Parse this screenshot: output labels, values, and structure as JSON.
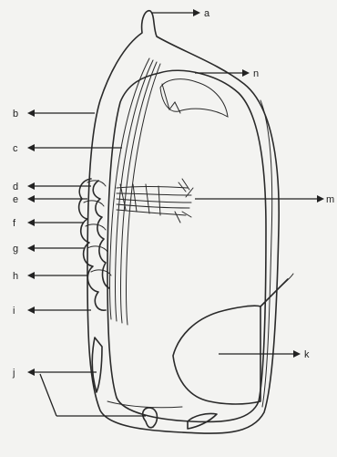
{
  "labels": {
    "a": "a",
    "b": "b",
    "c": "c",
    "d": "d",
    "e": "e",
    "f": "f",
    "g": "g",
    "h": "h",
    "i": "i",
    "j": "j",
    "k": "k",
    "m": "m",
    "n": "n"
  }
}
